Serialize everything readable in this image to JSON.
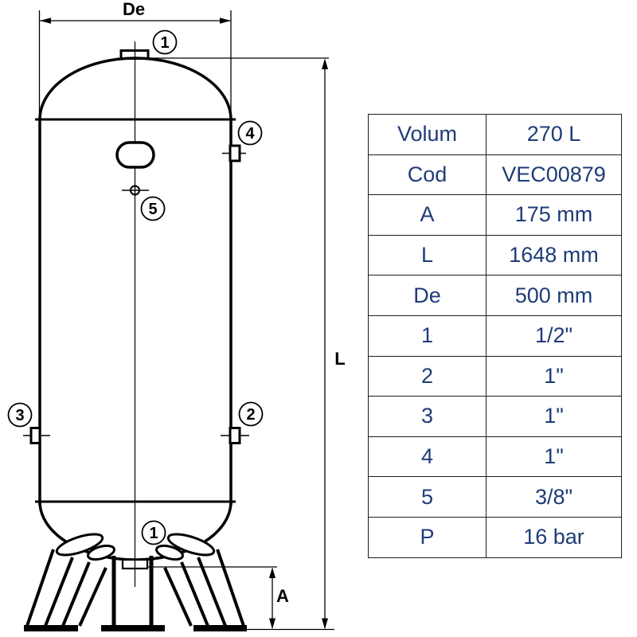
{
  "diagram": {
    "dimension_labels": {
      "diameter": "De",
      "total_length": "L",
      "leg_height": "A"
    },
    "callouts": {
      "top_port": "1",
      "side_upper_right": "4",
      "drain_mid": "5",
      "side_left": "3",
      "side_right": "2",
      "bottom_port": "1"
    }
  },
  "table": {
    "rows": [
      {
        "label": "Volum",
        "value": "270 L"
      },
      {
        "label": "Cod",
        "value": "VEC00879"
      },
      {
        "label": "A",
        "value": "175 mm"
      },
      {
        "label": "L",
        "value": "1648 mm"
      },
      {
        "label": "De",
        "value": "500 mm"
      },
      {
        "label": "1",
        "value": "1/2\""
      },
      {
        "label": "2",
        "value": "1\""
      },
      {
        "label": "3",
        "value": "1\""
      },
      {
        "label": "4",
        "value": "1\""
      },
      {
        "label": "5",
        "value": "3/8\""
      },
      {
        "label": "P",
        "value": "16 bar"
      }
    ]
  },
  "colors": {
    "line": "#000000",
    "table_text": "#1f3c78",
    "table_border": "#1d1d1d",
    "background": "#ffffff"
  }
}
